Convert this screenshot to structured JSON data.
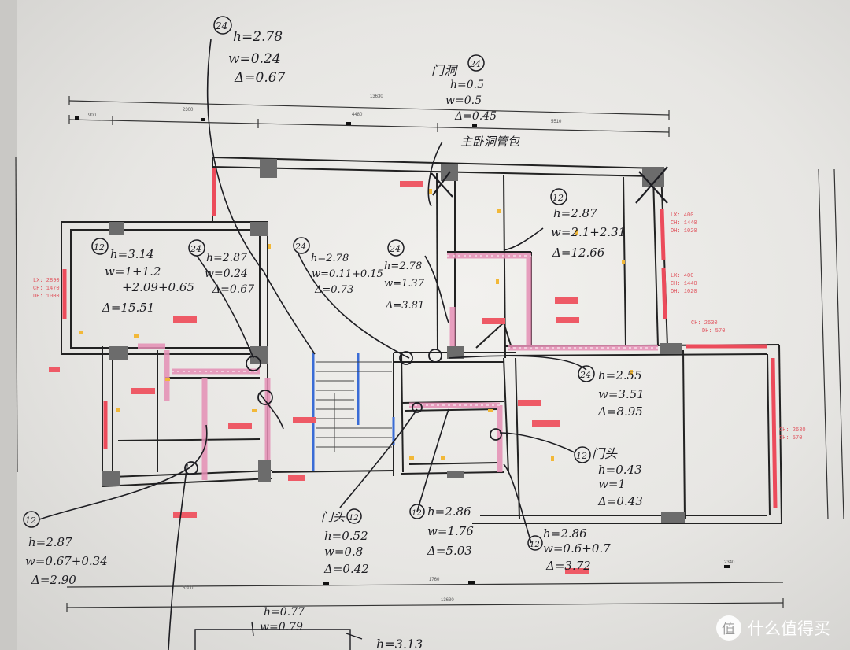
{
  "photo": {
    "description_icon": "floor-plan-photo",
    "dimensions_top": {
      "total": "13630",
      "seg1": "2300",
      "seg2": "4480",
      "seg3": "5510",
      "seg0": "900"
    },
    "dimensions_bottom": {
      "total": "13630",
      "seg1": "5300",
      "seg2": "1760",
      "seg3": "2340"
    },
    "window_labels": {
      "left": [
        "LX: 2890",
        "CH: 1470",
        "DH: 1000"
      ],
      "right_top": [
        "LX: 400",
        "CH: 1440",
        "DH: 1020"
      ],
      "right_mid": [
        "LX: 400",
        "CH: 1440",
        "DH: 1020"
      ],
      "right_balcony_top": [
        "CH: 2630",
        "DH: 570"
      ],
      "right_balcony_side": [
        "CH: 2630",
        "DH: 570"
      ]
    },
    "annotations": {
      "a1": {
        "tag": "24",
        "lines": [
          "h=2.78",
          "w=0.24",
          "Δ=0.67"
        ]
      },
      "a2": {
        "title": "门洞",
        "tag": "24",
        "lines": [
          "h=0.5",
          "w=0.5",
          "Δ=0.45"
        ]
      },
      "a3": {
        "title": "主卧洞管包"
      },
      "a4": {
        "tag": "12",
        "lines": [
          "h=2.87",
          "w=2.1+2.31",
          "Δ=12.66"
        ]
      },
      "a5": {
        "tag": "12",
        "lines": [
          "h=3.14",
          "w=1+1.2",
          "+2.09+0.65",
          "Δ=15.51"
        ]
      },
      "a6": {
        "tag": "24",
        "lines": [
          "h=2.87",
          "w=0.24",
          "Δ=0.67"
        ]
      },
      "a7": {
        "tag": "24",
        "lines": [
          "h=2.78",
          "w=0.11+0.15",
          "Δ=0.73"
        ]
      },
      "a8": {
        "tag": "24",
        "lines": [
          "h=2.78",
          "w=1.37",
          "Δ=3.81"
        ]
      },
      "a9": {
        "tag": "24",
        "lines": [
          "h=2.55",
          "w=3.51",
          "Δ=8.95"
        ]
      },
      "a10": {
        "tag": "12",
        "title": "门头",
        "lines": [
          "h=0.43",
          "w=1",
          "Δ=0.43"
        ]
      },
      "a11": {
        "tag": "12",
        "lines": [
          "h=2.87",
          "w=0.67+0.34",
          "Δ=2.90"
        ]
      },
      "a12": {
        "title": "门头",
        "tag": "12",
        "lines": [
          "h=0.52",
          "w=0.8",
          "Δ=0.42"
        ]
      },
      "a13": {
        "tag": "12",
        "lines": [
          "h=2.86",
          "w=1.76",
          "Δ=5.03"
        ]
      },
      "a14": {
        "tag": "12",
        "lines": [
          "h=2.86",
          "w=0.6+0.7",
          "Δ=3.72"
        ]
      },
      "a15": {
        "lines": [
          "h=0.77",
          "w=0.79"
        ]
      },
      "a16": {
        "lines": [
          "h=3.13"
        ]
      }
    },
    "watermark": {
      "logo": "值",
      "text": "什么值得买"
    }
  }
}
